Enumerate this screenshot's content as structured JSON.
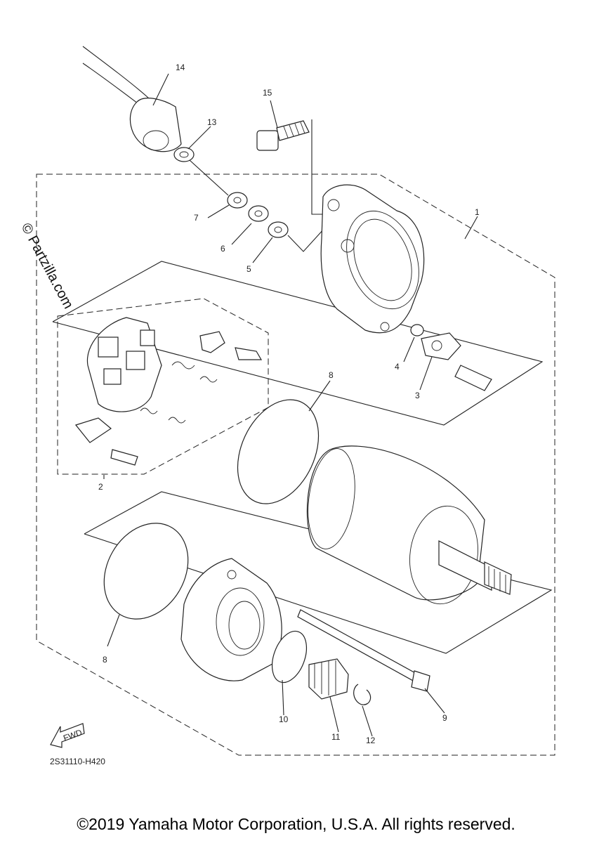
{
  "diagram": {
    "callouts": [
      "1",
      "2",
      "3",
      "4",
      "5",
      "6",
      "7",
      "8",
      "8",
      "9",
      "10",
      "11",
      "12",
      "13",
      "14",
      "15"
    ],
    "drawing_code": "2S31110-H420",
    "fwd_label": "FWD",
    "watermark": "© Partzilla.com"
  },
  "footer": {
    "copyright": "©2019 Yamaha Motor Corporation, U.S.A. All rights reserved."
  }
}
